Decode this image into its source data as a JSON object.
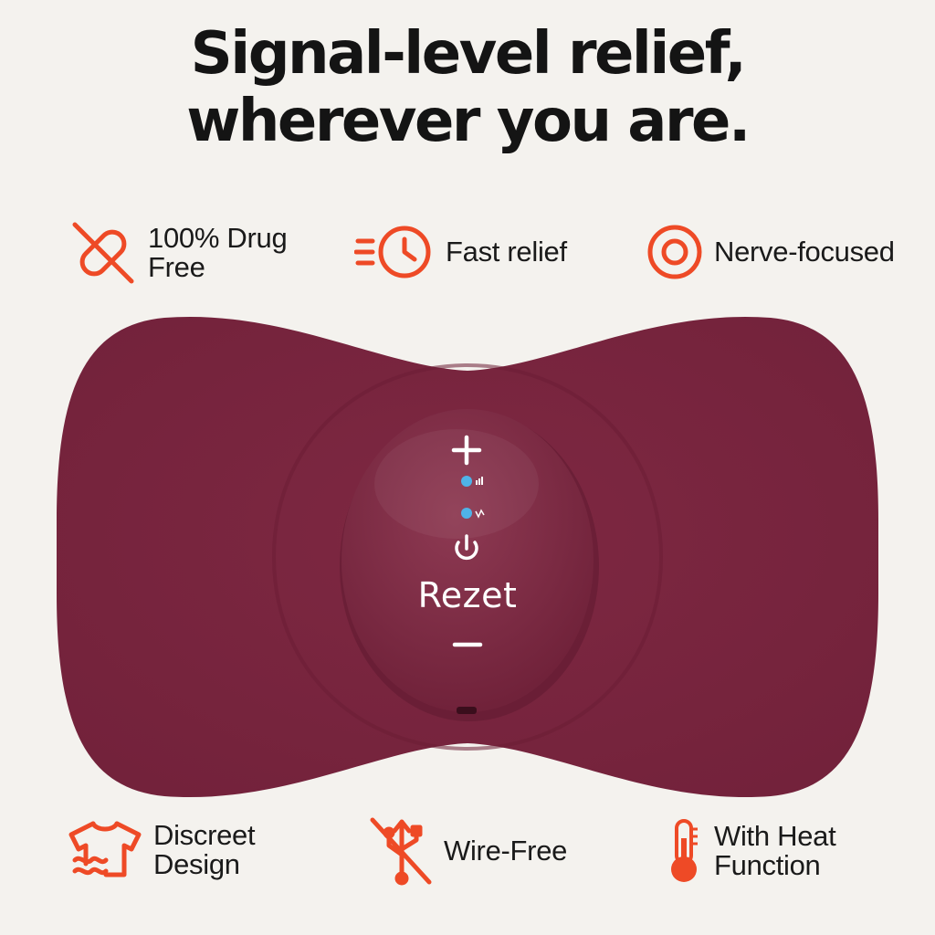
{
  "headline": {
    "line1": "Signal-level relief,",
    "line2": "wherever you are."
  },
  "accent_color": "#ee4a26",
  "device_color": "#7a2540",
  "features_top": [
    {
      "icon": "no-pill-icon",
      "line1": "100% Drug",
      "line2": "Free"
    },
    {
      "icon": "fast-clock-icon",
      "line1": "Fast relief",
      "line2": ""
    },
    {
      "icon": "target-icon",
      "line1": "Nerve-focused",
      "line2": ""
    }
  ],
  "features_bottom": [
    {
      "icon": "shirt-icon",
      "line1": "Discreet",
      "line2": "Design"
    },
    {
      "icon": "no-usb-icon",
      "line1": "Wire-Free",
      "line2": ""
    },
    {
      "icon": "thermometer-icon",
      "line1": "With Heat",
      "line2": "Function"
    }
  ],
  "device": {
    "brand": "Rezet",
    "plus": "+",
    "minus": "–",
    "icons": [
      "signal-indicator-icon",
      "mode-indicator-icon",
      "power-icon"
    ]
  }
}
